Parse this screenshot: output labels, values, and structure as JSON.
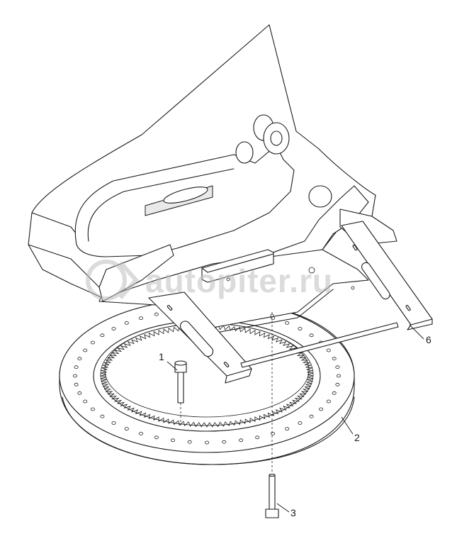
{
  "callouts": [
    {
      "id": "1",
      "label": "1"
    },
    {
      "id": "2",
      "label": "2"
    },
    {
      "id": "3",
      "label": "3"
    },
    {
      "id": "6",
      "label": "6"
    }
  ],
  "watermark": {
    "text": "autopiter.ru"
  },
  "colors": {
    "line": "#1a1a1a",
    "background": "#ffffff",
    "watermark": "#bebebe"
  }
}
